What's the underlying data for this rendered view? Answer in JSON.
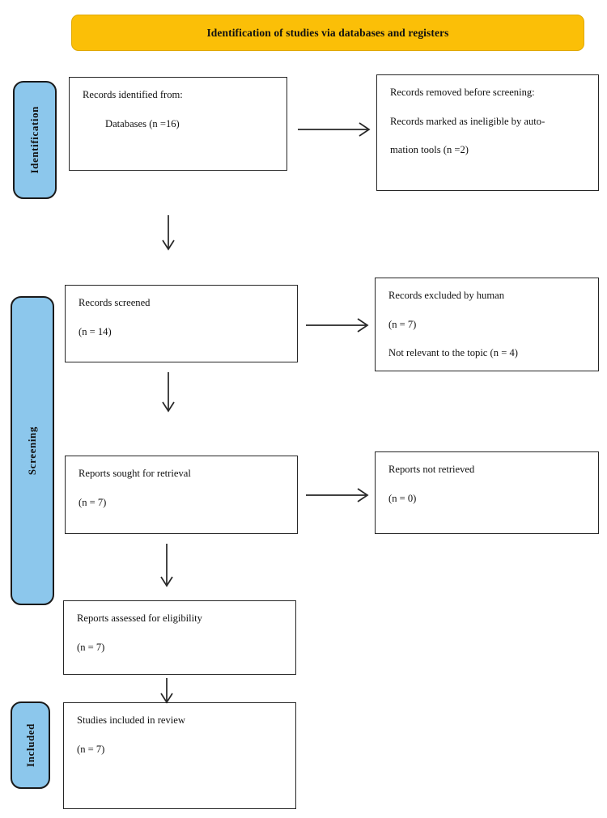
{
  "banner": {
    "title": "Identification of studies via databases and registers"
  },
  "colors": {
    "banner_fill": "#FBBF07",
    "stage_fill": "#8CC7EC",
    "box_border": "#262626",
    "text": "#111111"
  },
  "stages": [
    {
      "id": "identification",
      "label": "Identification"
    },
    {
      "id": "screening",
      "label": "Screening"
    },
    {
      "id": "included",
      "label": "Included"
    }
  ],
  "boxes": {
    "records_identified": {
      "line1": "Records identified from:",
      "line2": "Databases (n =16)"
    },
    "records_removed": {
      "line1": "Records removed before screening:",
      "line2": "Records marked as ineligible by auto-",
      "line3": "mation tools (n =2)"
    },
    "records_screened": {
      "line1": "Records screened",
      "line2": "(n = 14)"
    },
    "records_excluded": {
      "line1": "Records excluded by human",
      "line2": "(n = 7)",
      "line3": "Not relevant to the topic (n = 4)"
    },
    "reports_sought": {
      "line1": "Reports sought for retrieval",
      "line2": "(n = 7)"
    },
    "reports_not_retrieved": {
      "line1": "Reports not retrieved",
      "line2": "(n = 0)"
    },
    "reports_assessed": {
      "line1": "Reports assessed for eligibility",
      "line2": "(n = 7)"
    },
    "studies_included": {
      "line1": "Studies included in review",
      "line2": "(n = 7)"
    }
  },
  "flow_data": {
    "type": "prisma-flow-diagram",
    "counts": {
      "records_identified_databases": 16,
      "records_removed_automation": 2,
      "records_screened": 14,
      "records_excluded_by_human": 7,
      "not_relevant_to_topic": 4,
      "reports_sought_for_retrieval": 7,
      "reports_not_retrieved": 0,
      "reports_assessed_for_eligibility": 7,
      "studies_included_in_review": 7
    }
  }
}
